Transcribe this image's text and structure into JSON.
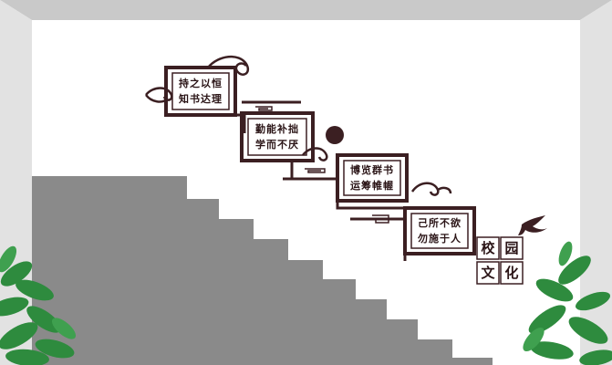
{
  "frames": [
    {
      "line1": "持之以恒",
      "line2": "知书达理"
    },
    {
      "line1": "勤能补拙",
      "line2": "学而不厌"
    },
    {
      "line1": "博览群书",
      "line2": "运筹帷幄"
    },
    {
      "line1": "己所不欲",
      "line2": "勿施于人"
    }
  ],
  "sign": {
    "chars": [
      "校",
      "园",
      "文",
      "化"
    ]
  },
  "colors": {
    "wall": "#ffffff",
    "ceiling": "#c9c9c9",
    "stairs": "#8a8a8a",
    "frame": "#3b1f22",
    "leaf": "#2e8b3e"
  },
  "icons": [
    "cloud-scroll-icon",
    "sun-disc-icon",
    "swallow-bird-icon",
    "potted-plant-icon"
  ]
}
